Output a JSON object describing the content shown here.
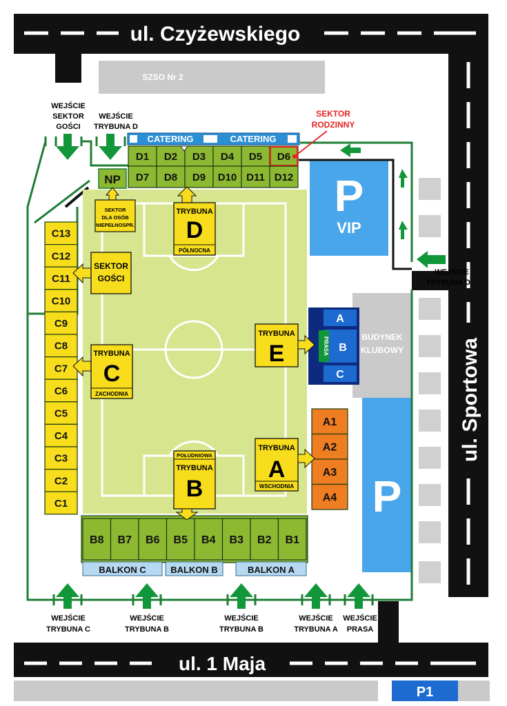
{
  "roads": {
    "top": "ul. Czyżewskiego",
    "bottom": "ul. 1 Maja",
    "right": "ul. Sportowa"
  },
  "buildings": {
    "school": "SZSO Nr 2",
    "club_line1": "BUDYNEK",
    "club_line2": "KLUBOWY",
    "p1": "P1"
  },
  "parking": {
    "vip_symbol": "P",
    "vip_label": "VIP",
    "main_symbol": "P"
  },
  "catering": [
    "CATERING",
    "CATERING"
  ],
  "sector_d_top": [
    "D1",
    "D2",
    "D3",
    "D4",
    "D5",
    "D6"
  ],
  "sector_d_bottom": [
    "D7",
    "D8",
    "D9",
    "D10",
    "D11",
    "D12"
  ],
  "np": "NP",
  "np_note": [
    "SEKTOR",
    "DLA OSÓB",
    "NIEPEŁNOSPR."
  ],
  "family": [
    "SEKTOR",
    "RODZINNY"
  ],
  "sector_c": [
    "C13",
    "C12",
    "C11",
    "C10",
    "C9",
    "C8",
    "C7",
    "C6",
    "C5",
    "C4",
    "C3",
    "C2",
    "C1"
  ],
  "sector_b": [
    "B8",
    "B7",
    "B6",
    "B5",
    "B4",
    "B3",
    "B2",
    "B1"
  ],
  "balcony": [
    "BALKON C",
    "BALKON B",
    "BALKON A"
  ],
  "sector_a": [
    "A1",
    "A2",
    "A3",
    "A4"
  ],
  "press_box": {
    "seats": [
      "A",
      "B",
      "C"
    ],
    "label": "PRASA"
  },
  "stands": {
    "d": {
      "word": "TRYBUNA",
      "letter": "D",
      "sub": "PÓŁNOCNA"
    },
    "c": {
      "word": "TRYBUNA",
      "letter": "C",
      "sub": "ZACHODNIA"
    },
    "b": {
      "word": "TRYBUNA",
      "letter": "B",
      "sub": "POŁUDNIOWA"
    },
    "a": {
      "word": "TRYBUNA",
      "letter": "A",
      "sub": "WSCHODNIA"
    },
    "e": {
      "word": "TRYBUNA",
      "letter": "E"
    },
    "guest": [
      "SEKTOR",
      "GOŚCI"
    ]
  },
  "entrances": {
    "guest_sector": [
      "WEJŚCIE",
      "SEKTOR",
      "GOŚCI"
    ],
    "stand_d_top": [
      "WEJŚCIE",
      "TRYBUNA D"
    ],
    "stand_d_right": [
      "WEJŚCIE",
      "TRYBUNA D"
    ],
    "bottom": [
      [
        "WEJŚCIE",
        "TRYBUNA C"
      ],
      [
        "WEJŚCIE",
        "TRYBUNA B"
      ],
      [
        "WEJŚCIE",
        "TRYBUNA B"
      ],
      [
        "WEJŚCIE",
        "TRYBUNA A"
      ],
      [
        "WEJŚCIE",
        "PRASA"
      ]
    ]
  },
  "colors": {
    "road": "#111111",
    "pitch": "#d7e58f",
    "seat_green": "#8cb832",
    "seat_yellow": "#f7dd1c",
    "seat_orange": "#ef7d22",
    "parking_blue": "#4aa6ea",
    "catering_blue": "#2c8fd6",
    "balcony_blue": "#b6d9f2",
    "press_navy": "#0d2a7e",
    "press_blue": "#1d6ad1",
    "arrow_green": "#12963a",
    "path_green": "#1e7d34",
    "building_grey": "#cacaca",
    "family_red": "#e52222"
  }
}
